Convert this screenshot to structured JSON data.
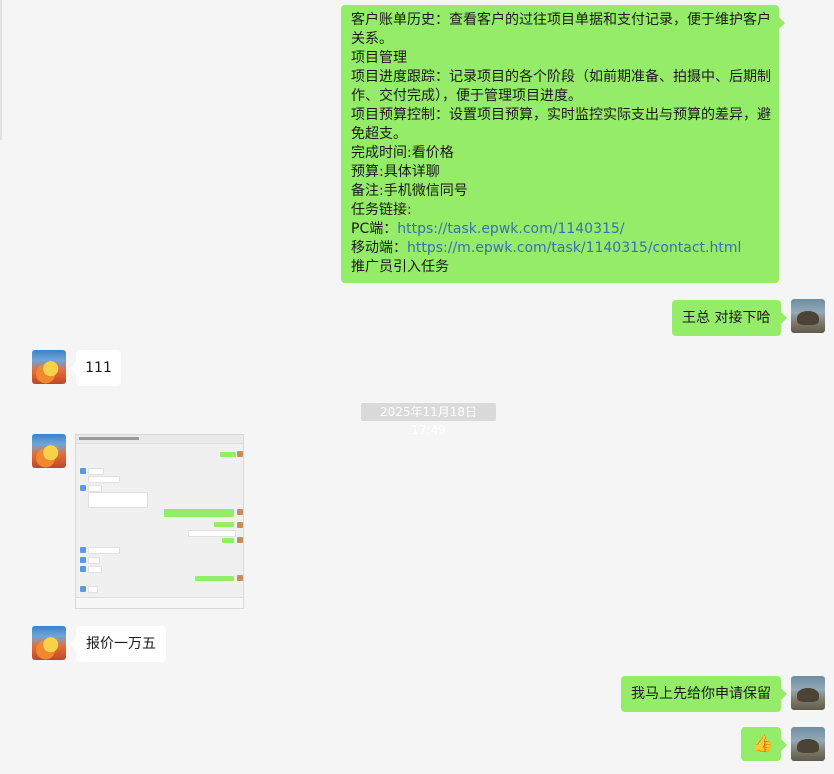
{
  "chat": {
    "long_message": {
      "lines": [
        {
          "text": "客户账单历史：查看客户的过往项目单据和支付记录，便于维护客户"
        },
        {
          "text": "关系。"
        },
        {
          "text": "项目管理"
        },
        {
          "text": "项目进度跟踪：记录项目的各个阶段（如前期准备、拍摄中、后期制"
        },
        {
          "text": "作、交付完成），便于管理项目进度。"
        },
        {
          "text": "项目预算控制：设置项目预算，实时监控实际支出与预算的差异，避"
        },
        {
          "text": "免超支。"
        },
        {
          "text": "完成时间:看价格"
        },
        {
          "text": "预算:具体详聊"
        },
        {
          "text": "备注:手机微信同号"
        },
        {
          "text": "任务链接:"
        }
      ],
      "pc_label": "PC端：",
      "pc_link": "https://task.epwk.com/1140315/",
      "mobile_label": "移动端：",
      "mobile_link": "https://m.epwk.com/task/1140315/contact.html",
      "last_line": "推广员引入任务"
    },
    "msg_wang": "王总 对接下哈",
    "msg_111": "111",
    "timestamp": "2025年11月18日 17:49",
    "msg_quote": "报价一万五",
    "msg_apply": "我马上先给你申请保留",
    "emoji": "👍",
    "icons": {
      "thumbs_up": "thumbs-up-emoji",
      "avatar_left": "sunset-avatar",
      "avatar_right": "camel-avatar"
    }
  }
}
